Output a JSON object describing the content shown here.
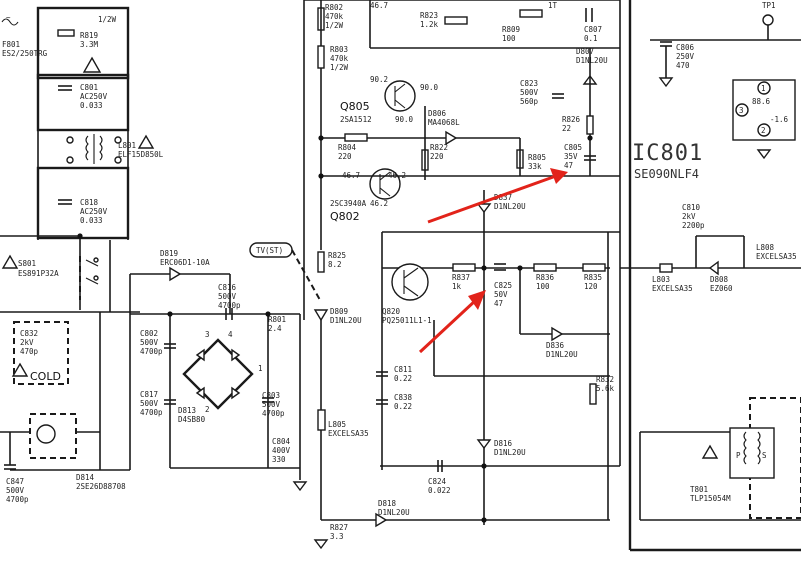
{
  "top_strip": {
    "v1": "46.7",
    "r_label": "1T"
  },
  "components": {
    "r819": {
      "name": "R819",
      "value": "3.3M",
      "power": "1/2W"
    },
    "f801": {
      "name": "F801",
      "value": "ES2/250TRG"
    },
    "c801": {
      "name": "C801",
      "value": "AC250V",
      "value2": "0.033"
    },
    "l801": {
      "name": "L801",
      "value": "ELF15D850L"
    },
    "c818": {
      "name": "C818",
      "value": "AC250V",
      "value2": "0.033"
    },
    "s801": {
      "name": "S801",
      "value": "ES891P32A"
    },
    "c832": {
      "name": "C832",
      "value": "2kV",
      "value2": "470p"
    },
    "c847": {
      "name": "C847",
      "value": "500V",
      "value2": "4700p"
    },
    "d814": {
      "name": "D814",
      "value": "2SE26D88708"
    },
    "d819": {
      "name": "D819",
      "value": "ERC06D1-10A"
    },
    "c816": {
      "name": "C816",
      "value": "500V",
      "value2": "4700p"
    },
    "c802": {
      "name": "C802",
      "value": "500V",
      "value2": "4700p"
    },
    "c817": {
      "name": "C817",
      "value": "500V",
      "value2": "4700p"
    },
    "d813": {
      "name": "D813",
      "value": "D4SB80"
    },
    "c803": {
      "name": "C803",
      "value": "500V",
      "value2": "4700p"
    },
    "r801": {
      "name": "R801",
      "value": "2.4"
    },
    "c804": {
      "name": "C804",
      "value": "400V",
      "value2": "330"
    },
    "r802": {
      "name": "R802",
      "value": "470k",
      "power": "1/2W"
    },
    "r803": {
      "name": "R803",
      "value": "470k",
      "power": "1/2W"
    },
    "q805": {
      "name": "Q805",
      "value": "2SA1512"
    },
    "r804": {
      "name": "R804",
      "value": "220"
    },
    "r822": {
      "name": "R822",
      "value": "220"
    },
    "q802": {
      "name": "Q802",
      "value": "2SC3940A"
    },
    "r823": {
      "name": "R823",
      "value": "1.2k"
    },
    "r809": {
      "name": "R809",
      "value": "100"
    },
    "c807": {
      "name": "C807",
      "value": "0.1"
    },
    "d807": {
      "name": "D807",
      "value": "D1NL20U"
    },
    "c823": {
      "name": "C823",
      "value": "500V",
      "value2": "560p"
    },
    "d806": {
      "name": "D806",
      "value": "MA4068L"
    },
    "r826": {
      "name": "R826",
      "value": "22"
    },
    "r805": {
      "name": "R805",
      "value": "33k"
    },
    "c805": {
      "name": "C805",
      "value": "35V",
      "value2": "47"
    },
    "d837": {
      "name": "D837",
      "value": "D1NL20U"
    },
    "r825": {
      "name": "R825",
      "value": "8.2"
    },
    "d809": {
      "name": "D809",
      "value": "D1NL20U"
    },
    "l805": {
      "name": "L805",
      "value": "EXCELSA35"
    },
    "q820": {
      "name": "Q820",
      "value": "PQ25011L1-1"
    },
    "r837": {
      "name": "R837",
      "value": "1k"
    },
    "c825": {
      "name": "C825",
      "value": "50V",
      "value2": "47"
    },
    "r836": {
      "name": "R836",
      "value": "100"
    },
    "r835": {
      "name": "R835",
      "value": "120"
    },
    "d836": {
      "name": "D836",
      "value": "D1NL20U"
    },
    "c811": {
      "name": "C811",
      "value": "0.22"
    },
    "c838": {
      "name": "C838",
      "value": "0.22"
    },
    "d818": {
      "name": "D818",
      "value": "D1NL20U"
    },
    "c824": {
      "name": "C824",
      "value": "0.022"
    },
    "d816": {
      "name": "D816",
      "value": "D1NL20U"
    },
    "r827": {
      "name": "R827",
      "value": "3.3"
    },
    "r832": {
      "name": "R832",
      "value": "5.6k"
    },
    "c806": {
      "name": "C806",
      "value": "250V",
      "value2": "470"
    },
    "c810": {
      "name": "C810",
      "value": "2kV",
      "value2": "2200p"
    },
    "l803": {
      "name": "L803",
      "value": "EXCELSA35"
    },
    "d808": {
      "name": "D808",
      "value": "EZ060"
    },
    "l808": {
      "name": "L808",
      "value": "EXCELSA35"
    },
    "t801": {
      "name": "T801",
      "value": "TLP15054M"
    },
    "tp1": {
      "name": "TP1"
    }
  },
  "voltages": {
    "q805_e": "90.2",
    "q805_c": "90.0",
    "q805_b": "90.0",
    "q802_c": "46.7",
    "q802_b": "46.2",
    "q802_e": "46.2",
    "ic_pin": "88.6",
    "ic_pin2": "-1.6"
  },
  "labels": {
    "cold": "COLD",
    "tv_set": "TV(ST)",
    "ic_name": "IC801",
    "ic_part": "SE090NLF4"
  },
  "annotations": {
    "warning_symbol": "warning-triangle",
    "arrow_color": "#e2231a"
  }
}
